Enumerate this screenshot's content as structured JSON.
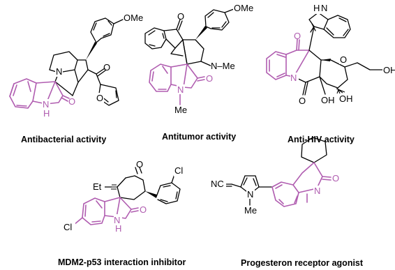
{
  "colors": {
    "spiro_highlight": "#b05db0",
    "bond": "#000000",
    "background": "#ffffff"
  },
  "compounds": [
    {
      "caption": "Antibacterial activity",
      "labels": {
        "ome": "OMe",
        "n": "N",
        "o_ketone": "O",
        "o_furan": "O",
        "o_lactam": "O",
        "nh": "N",
        "h": "H"
      }
    },
    {
      "caption": "Antitumor activity",
      "labels": {
        "o_ketone": "O",
        "ome": "OMe",
        "n_me": "N–Me",
        "o_lactam": "O",
        "n": "N",
        "me": "Me"
      }
    },
    {
      "caption": "Anti-HIV activity",
      "labels": {
        "h": "H",
        "n_indole": "N",
        "o_ketone": "O",
        "n": "N",
        "o_ring": "O",
        "oh_ch2": "OH",
        "o_lactam": "O",
        "oh1": "OH",
        "oh2": "OH"
      }
    },
    {
      "caption": "MDM2-p53 interaction inhibitor",
      "labels": {
        "o_ketone": "O",
        "et": "Et",
        "cl_aryl": "Cl",
        "cl_indole": "Cl",
        "o_lactam": "O",
        "nh": "N",
        "h": "H"
      }
    },
    {
      "caption": "Progesteron receptor agonist",
      "labels": {
        "nc": "NC",
        "n_pyrrole": "N",
        "me": "Me",
        "o_lactam": "O",
        "n": "N"
      }
    }
  ]
}
